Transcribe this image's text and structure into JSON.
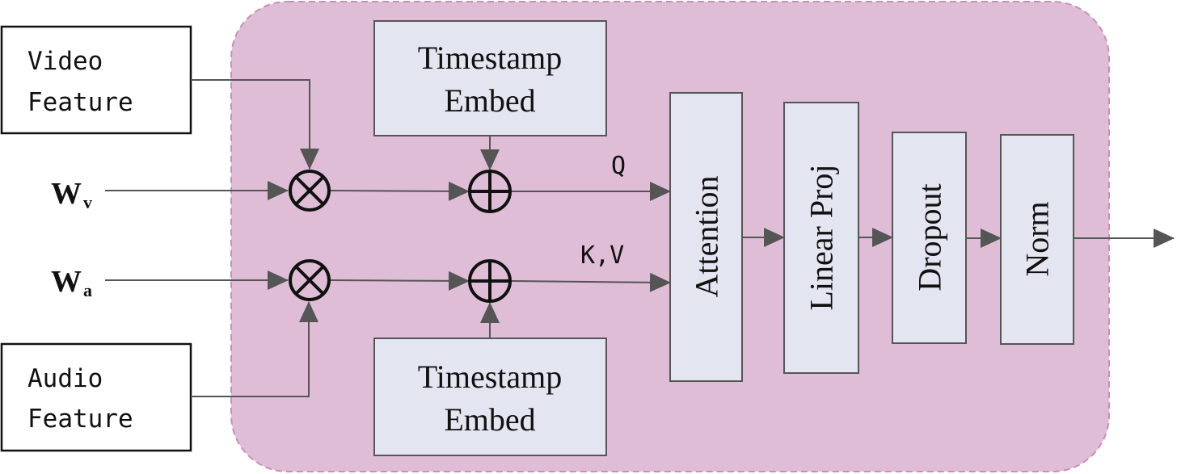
{
  "inputs": {
    "video_feature": [
      "Video",
      "Feature"
    ],
    "audio_feature": [
      "Audio",
      "Feature"
    ],
    "w_v": {
      "base": "W",
      "sub": "v"
    },
    "w_a": {
      "base": "W",
      "sub": "a"
    }
  },
  "blocks": {
    "timestamp_embed_top": [
      "Timestamp",
      "Embed"
    ],
    "timestamp_embed_bottom": [
      "Timestamp",
      "Embed"
    ],
    "attention": "Attention",
    "linear_proj": "Linear Proj",
    "dropout": "Dropout",
    "norm": "Norm"
  },
  "edge_labels": {
    "q": "Q",
    "kv": "K,V"
  },
  "colors": {
    "module_fill": "#dfbdd6",
    "module_border": "#c98fb6",
    "block_fill": "#e3e6f1",
    "block_border": "#555555",
    "arrow": "#555555",
    "operator": "#111111"
  }
}
